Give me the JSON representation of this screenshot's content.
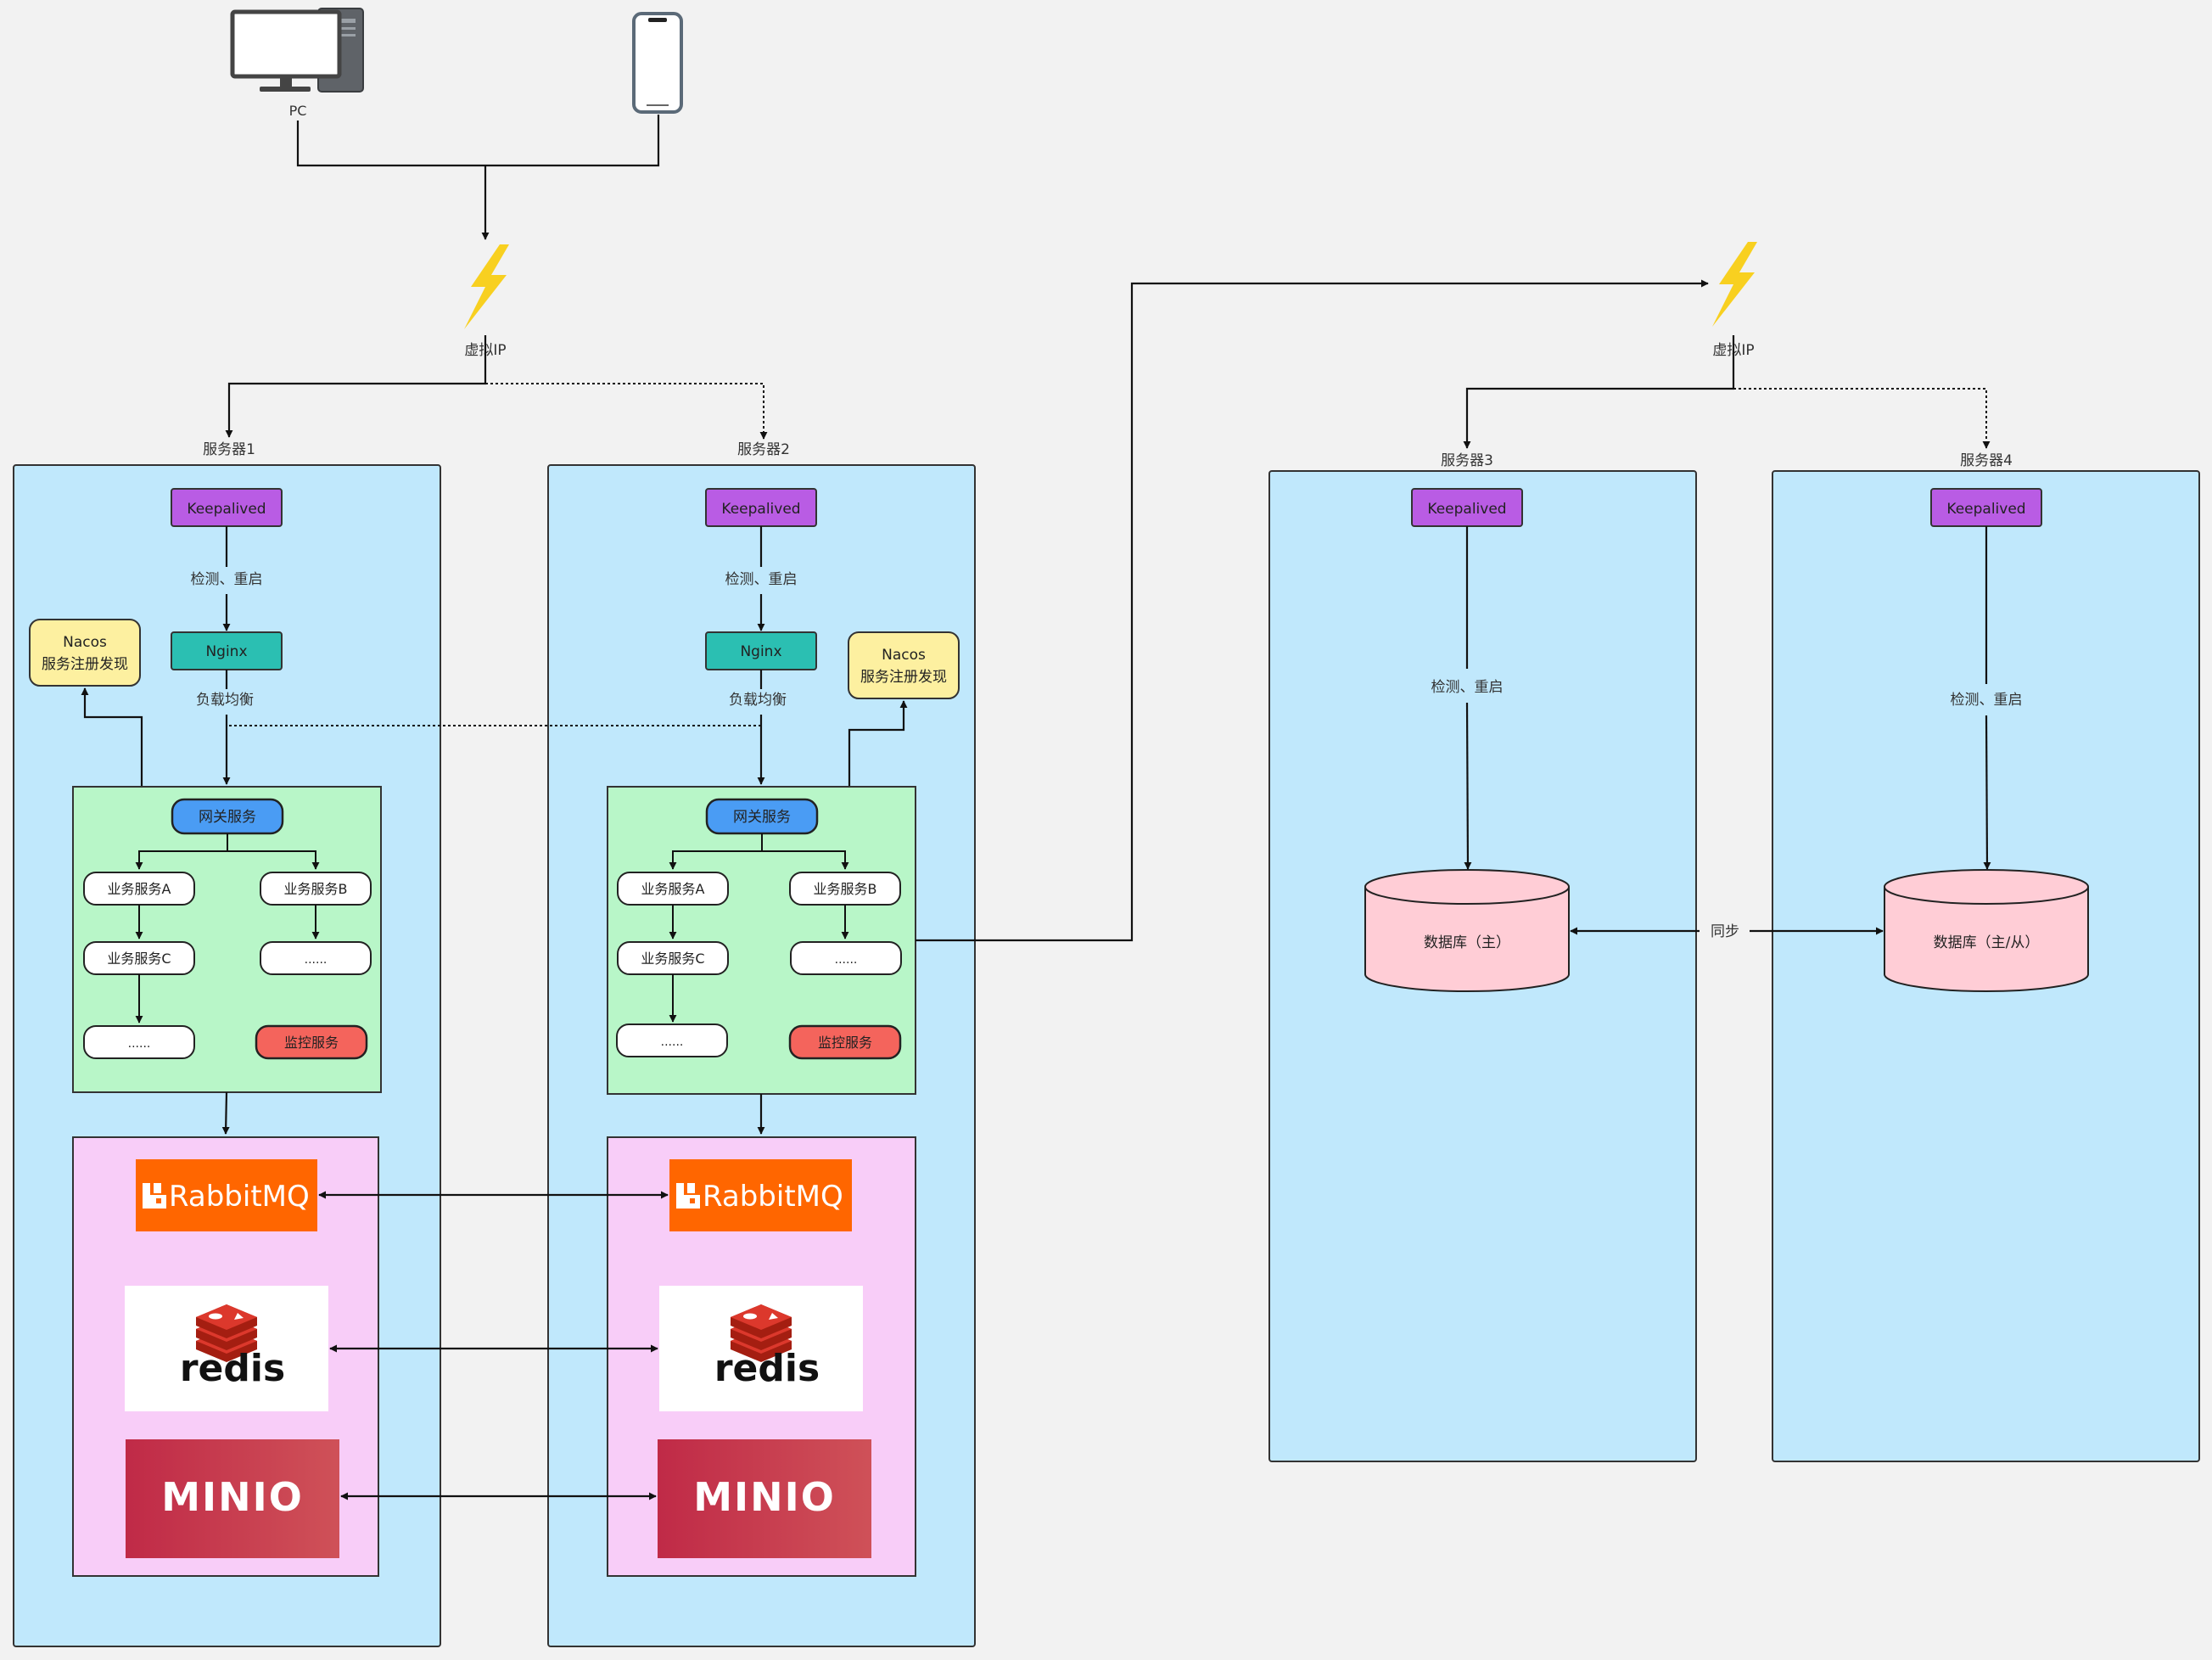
{
  "colors": {
    "server_bg": "#c0e8fc",
    "keepalived": "#b95ce4",
    "nginx": "#2bbfb2",
    "nacos": "#fdf0a0",
    "service_group": "#b8f6c8",
    "gateway": "#4a9cf4",
    "monitor": "#f4645c",
    "middleware_group": "#f8cdf8",
    "rabbitmq": "#ff6600",
    "redis": "#dc382c",
    "minio": "#c72c48",
    "database": "#ffcdd6",
    "lightning": "#f8d020"
  },
  "clients": {
    "pc_label": "PC",
    "phone_label": ""
  },
  "vip_left": {
    "label": "虚拟IP",
    "icon": "lightning-icon"
  },
  "vip_right": {
    "label": "虚拟IP",
    "icon": "lightning-icon"
  },
  "server1": {
    "title": "服务器1",
    "keepalived": "Keepalived",
    "check_label": "检测、重启",
    "nginx": "Nginx",
    "lb_label": "负载均衡",
    "nacos_line1": "Nacos",
    "nacos_line2": "服务注册发现",
    "gateway": "网关服务",
    "svc_a": "业务服务A",
    "svc_b": "业务服务B",
    "svc_c": "业务服务C",
    "svc_more1": "......",
    "svc_more2": "......",
    "monitor": "监控服务"
  },
  "server2": {
    "title": "服务器2",
    "keepalived": "Keepalived",
    "check_label": "检测、重启",
    "nginx": "Nginx",
    "lb_label": "负载均衡",
    "nacos_line1": "Nacos",
    "nacos_line2": "服务注册发现",
    "gateway": "网关服务",
    "svc_a": "业务服务A",
    "svc_b": "业务服务B",
    "svc_c": "业务服务C",
    "svc_more1": "......",
    "svc_more2": "......",
    "monitor": "监控服务"
  },
  "server3": {
    "title": "服务器3",
    "keepalived": "Keepalived",
    "check_label": "检测、重启",
    "db": "数据库（主）"
  },
  "server4": {
    "title": "服务器4",
    "keepalived": "Keepalived",
    "check_label": "检测、重启",
    "db": "数据库（主/从）"
  },
  "sync_label": "同步",
  "logos": {
    "rabbitmq": "RabbitMQ",
    "redis": "redis",
    "minio": "MINIO"
  }
}
